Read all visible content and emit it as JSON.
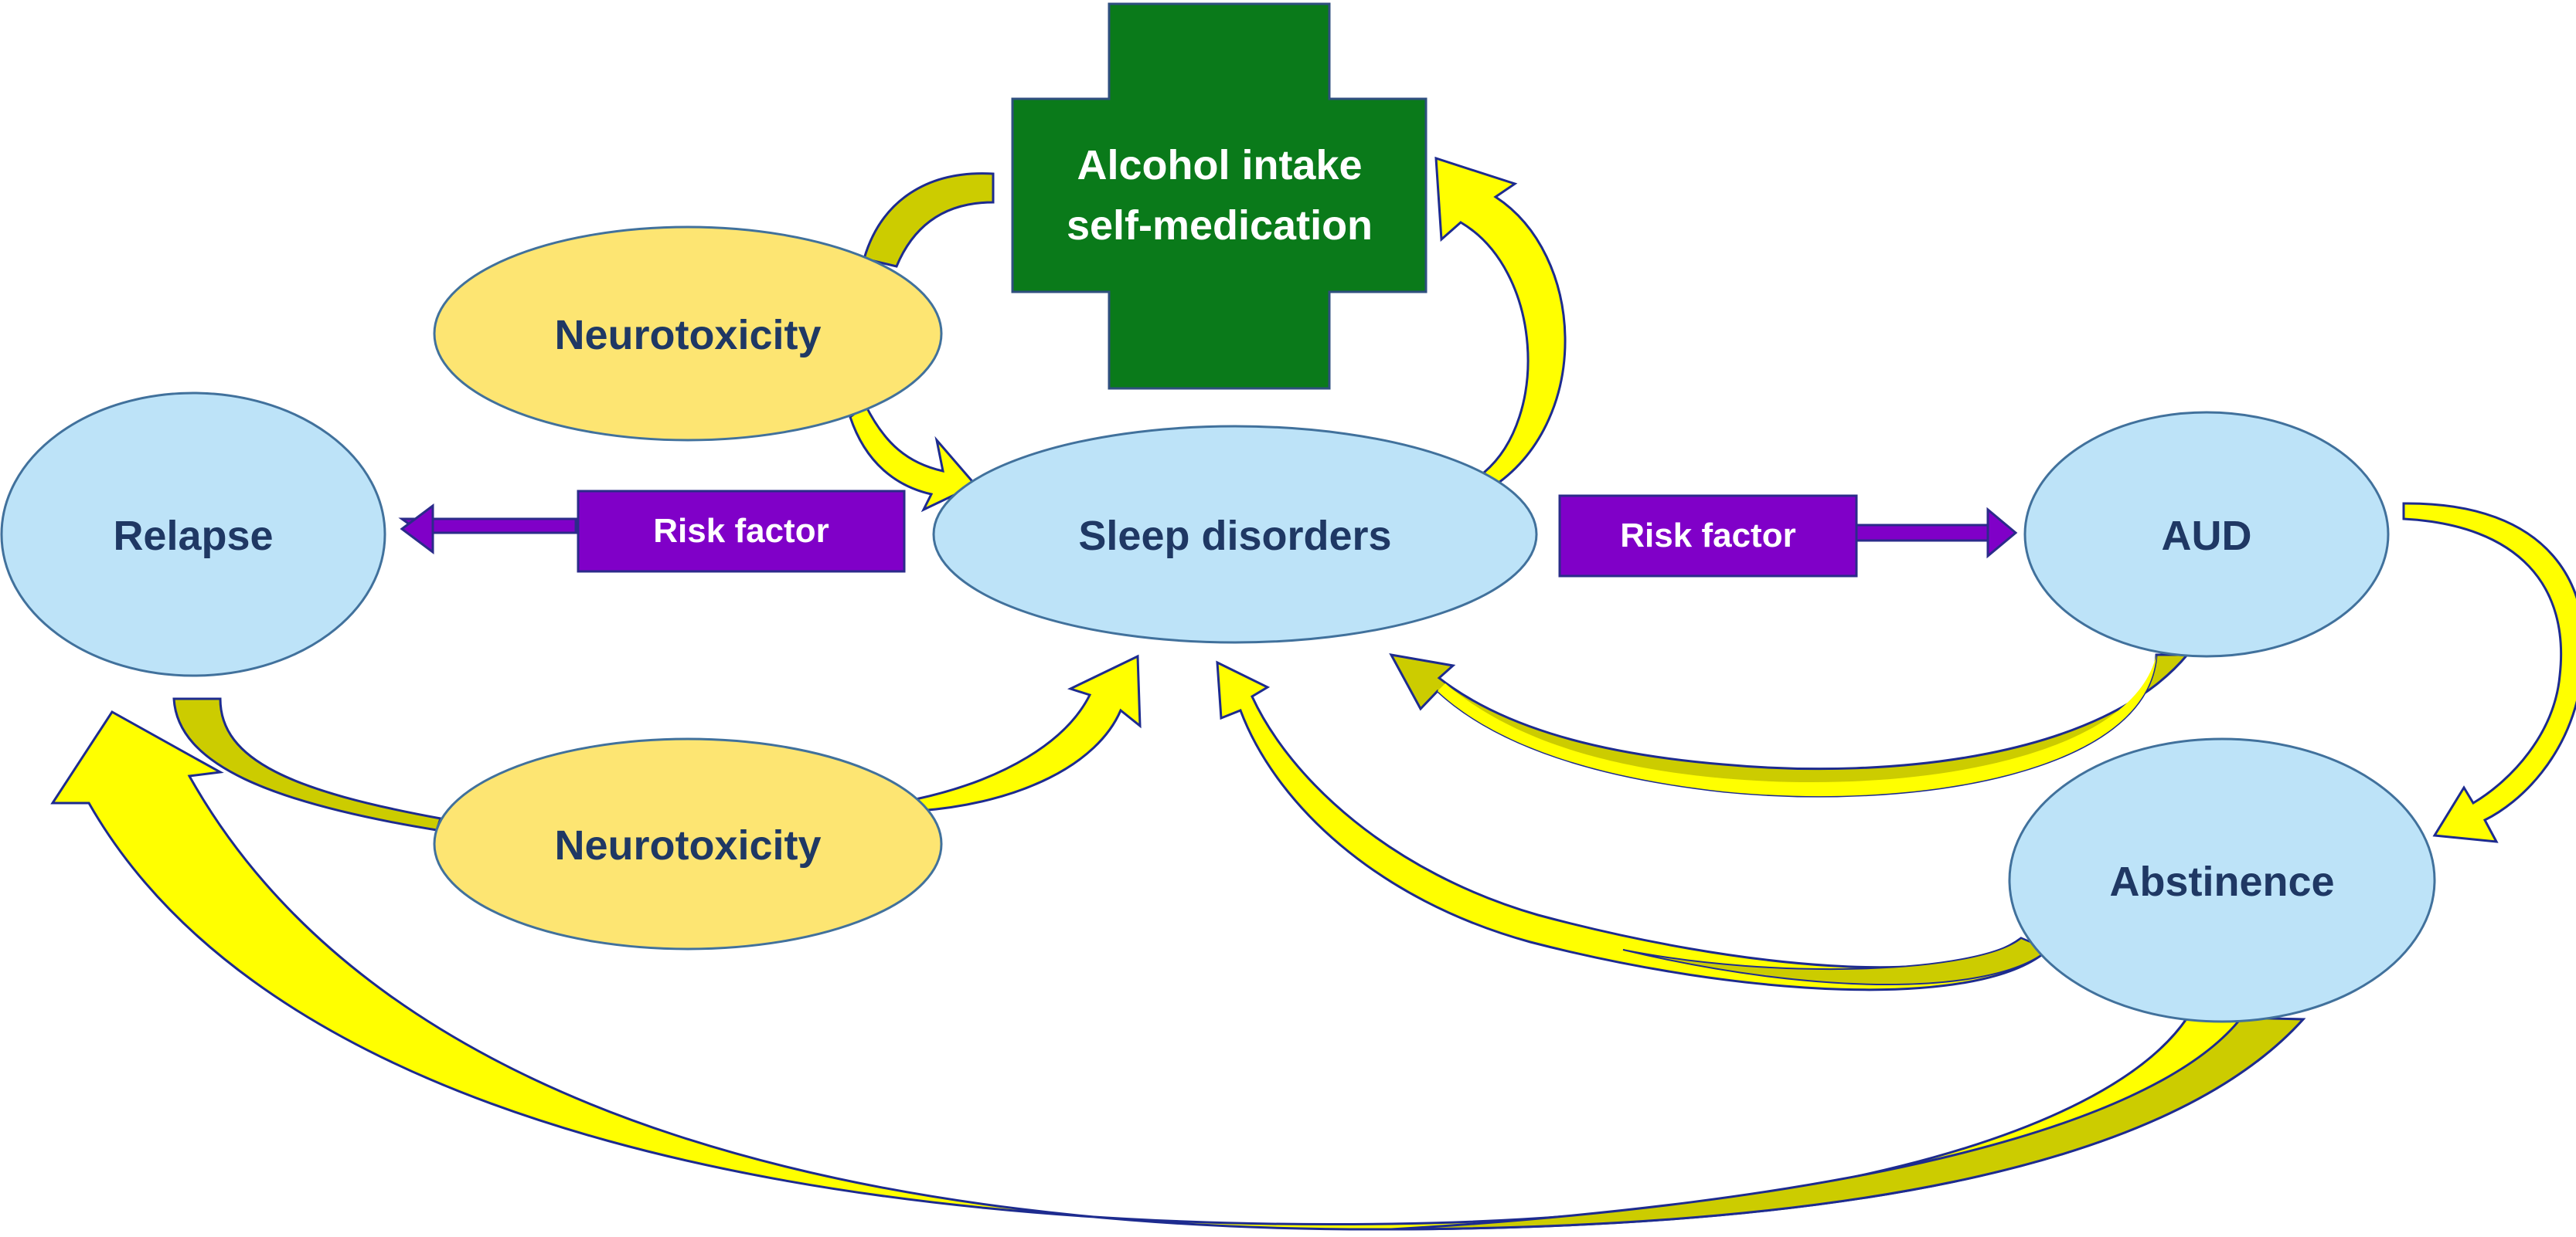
{
  "nodes": {
    "alcohol": {
      "line1": "Alcohol intake",
      "line2": "self-medication"
    },
    "neurotoxicity_top": {
      "label": "Neurotoxicity"
    },
    "neurotoxicity_bottom": {
      "label": "Neurotoxicity"
    },
    "relapse": {
      "label": "Relapse"
    },
    "sleep": {
      "label": "Sleep disorders"
    },
    "aud": {
      "label": "AUD"
    },
    "abstinence": {
      "label": "Abstinence"
    }
  },
  "links": {
    "risk_left": {
      "label": "Risk factor"
    },
    "risk_right": {
      "label": "Risk factor"
    }
  },
  "colors": {
    "ellipse_blue": "#bde3f8",
    "ellipse_blue_stroke": "#41719c",
    "ellipse_yellow": "#fde572",
    "cross_green": "#0a7a1a",
    "cross_stroke": "#2f4f7f",
    "purple": "#8000c8",
    "purple_stroke": "#2b2b8a",
    "arrow_yellow": "#ffff00",
    "arrow_olive": "#cccc00",
    "arrow_outline": "#1d2b8f",
    "text_dark": "#1f3864",
    "text_white": "#ffffff"
  },
  "icons": {
    "alcohol": "medical-cross-icon"
  }
}
